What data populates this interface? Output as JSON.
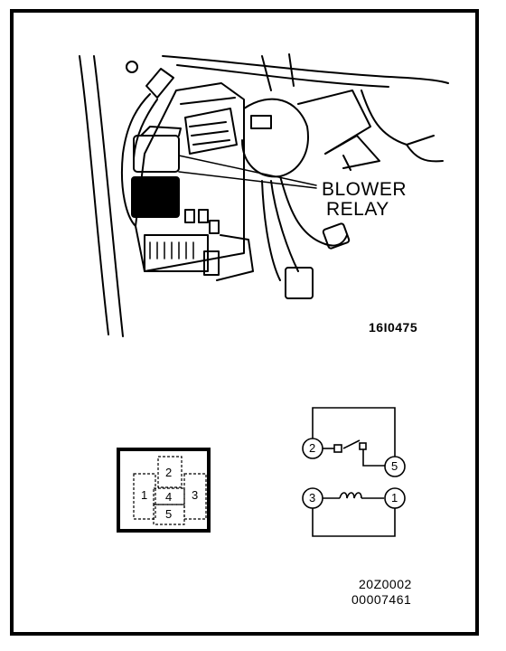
{
  "callout": {
    "line1": "BLOWER",
    "line2": "RELAY"
  },
  "figure_codes": {
    "top": "16I0475",
    "bottom_1": "20Z0002",
    "bottom_2": "00007461"
  },
  "relay_pins": {
    "p1": "1",
    "p2": "2",
    "p3": "3",
    "p4": "4",
    "p5": "5"
  },
  "schematic": {
    "n2": "2",
    "n5": "5",
    "n3": "3",
    "n1": "1"
  }
}
